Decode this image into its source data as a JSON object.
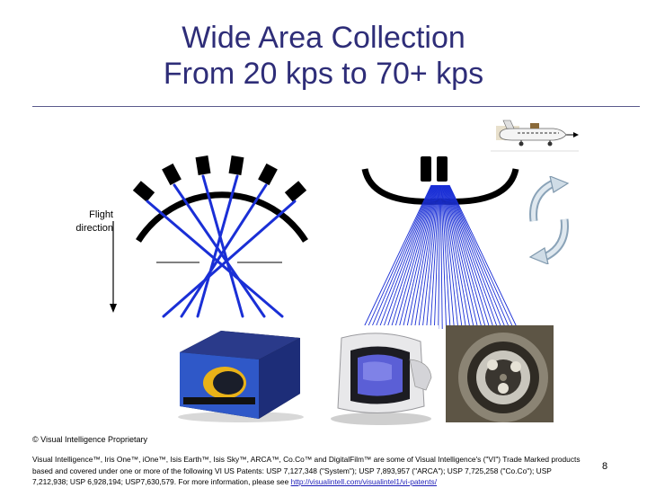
{
  "slide": {
    "title_line1": "Wide Area Collection",
    "title_line2": "From 20 kps to 70+ kps",
    "flight_label_line1": "Flight",
    "flight_label_line2": "direction",
    "proprietary": "© Visual Intelligence Proprietary",
    "legal_text": "Visual Intelligence™, Iris One™, iOne™, Isis Earth™, Isis Sky™, ARCA™, Co.Co™ and DigitalFilm™ are some of Visual Intelligence's (\"VI\") Trade Marked products based and covered under one or more of the following VI US Patents: USP 7,127,348 (\"System\"); USP 7,893,957 (\"ARCA\"); USP 7,725,258 (\"Co.Co\"); USP 7,212,938; USP 6,928,194; USP7,630,579. For more information, please see ",
    "legal_link": "http://visualintell.com/visualintel1/vi-patents/",
    "page_number": "8"
  },
  "colors": {
    "title": "#2e2d78",
    "beam": "#1a2fd6",
    "link": "#1f1fb8"
  },
  "icons": {
    "airplane": "airplane-icon",
    "rotate": "rotate-arrows-icon"
  }
}
